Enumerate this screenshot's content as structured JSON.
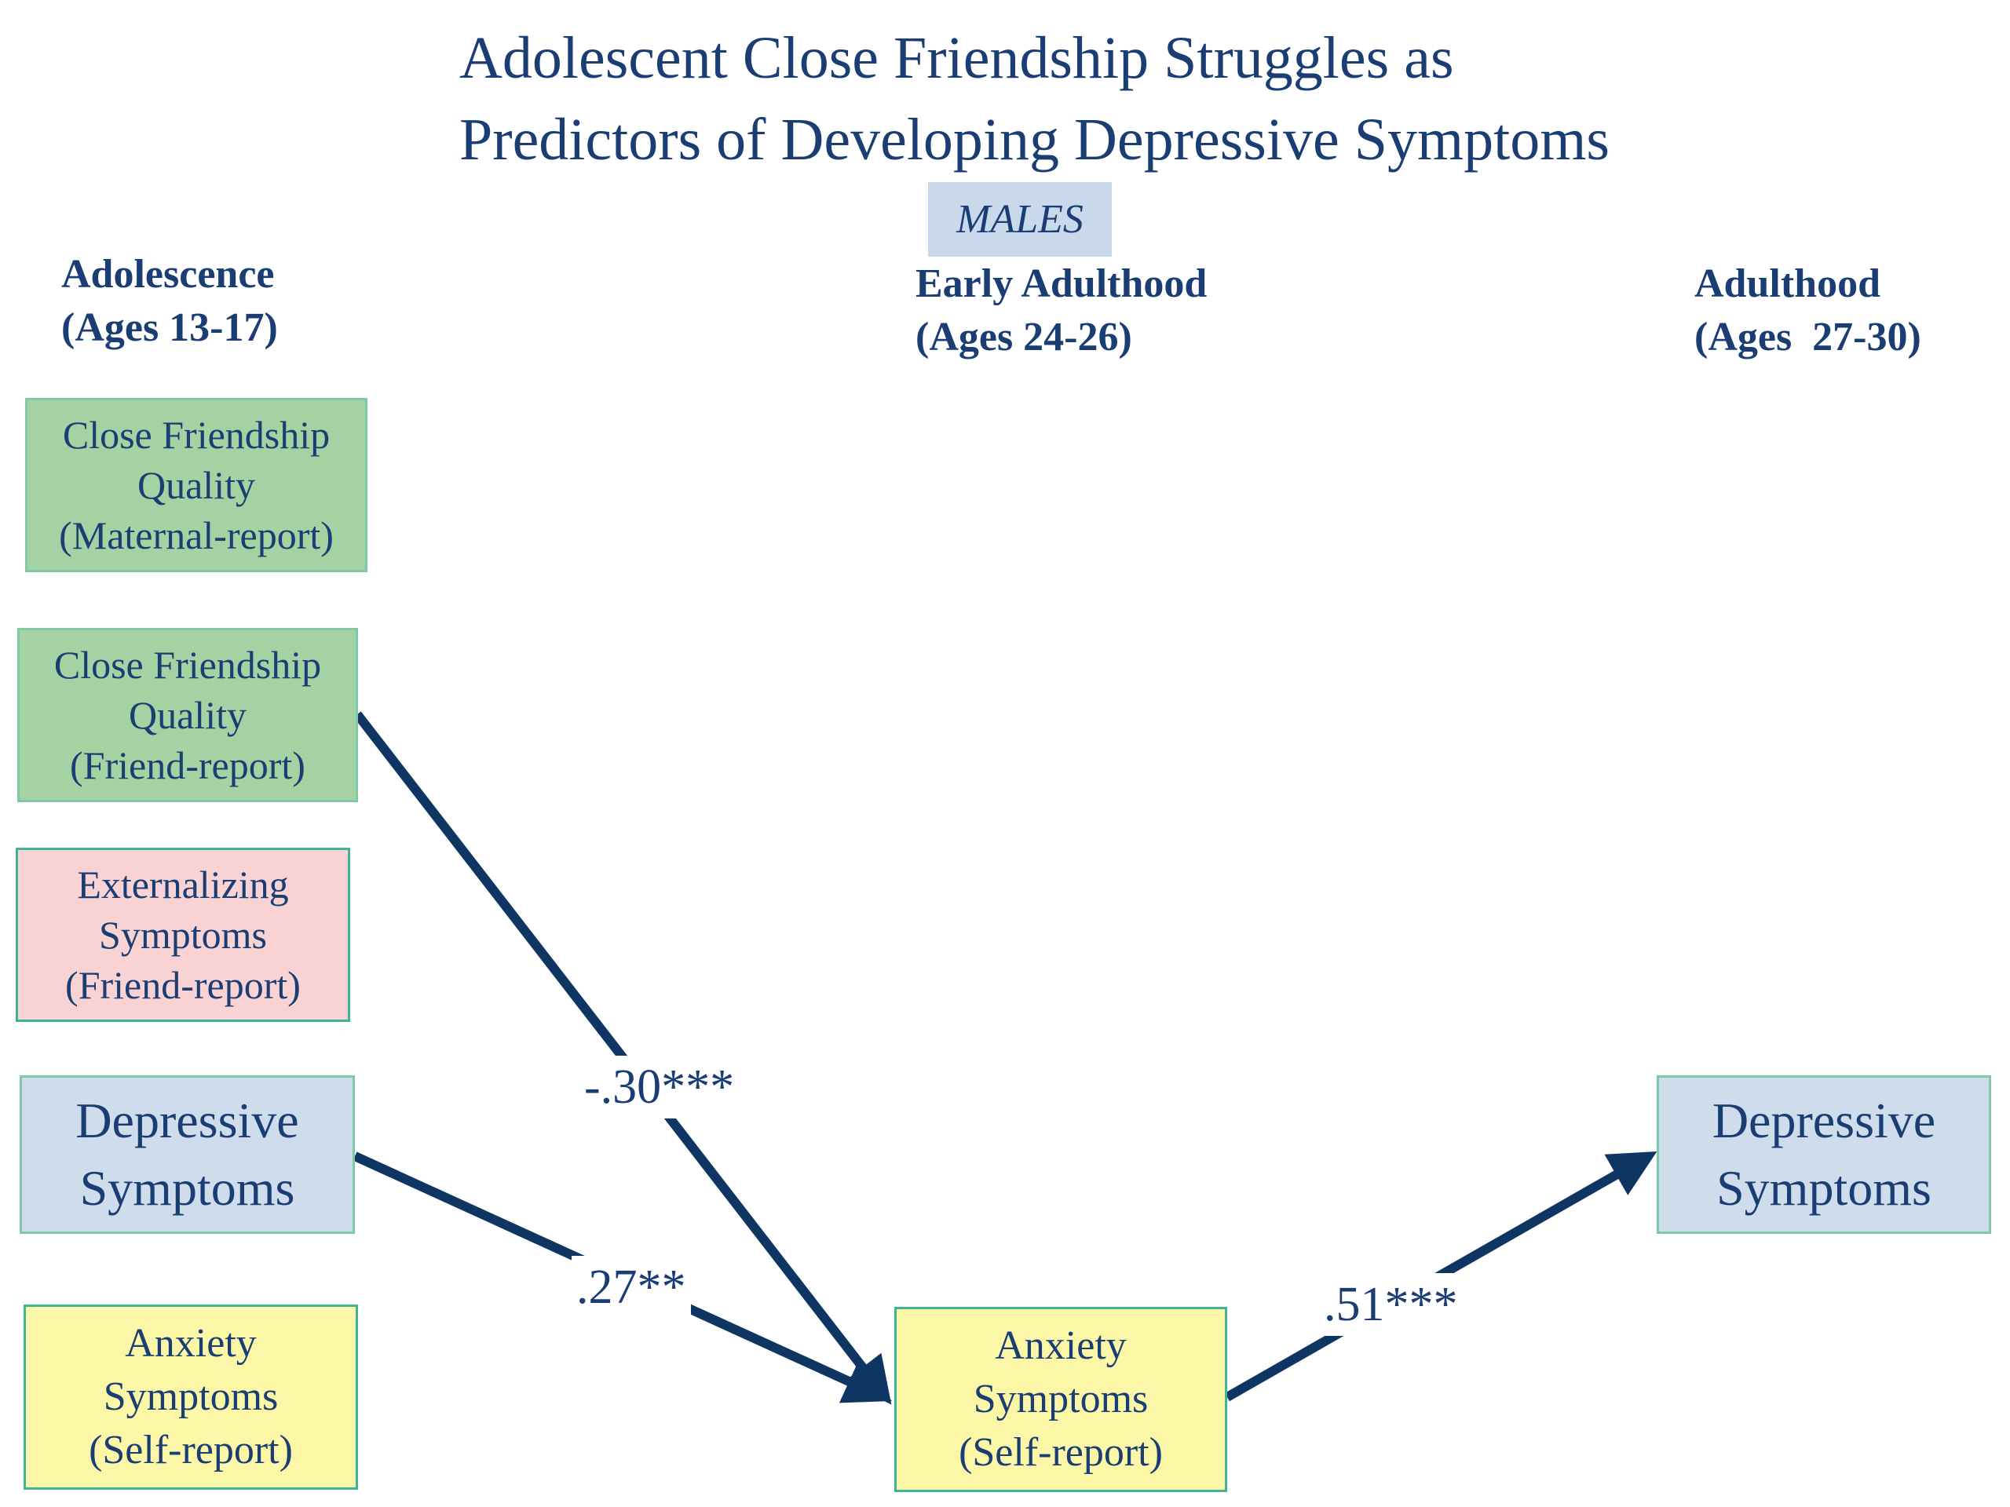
{
  "title": {
    "line1": "Adolescent Close Friendship Struggles as",
    "line2": "Predictors of Developing Depressive Symptoms"
  },
  "badge": "MALES",
  "columns": {
    "adolescence": "Adolescence\n(Ages 13-17)",
    "early_adulthood": "Early Adulthood\n(Ages 24-26)",
    "adulthood": "Adulthood\n(Ages  27-30)"
  },
  "nodes": {
    "cfq_maternal": [
      "Close Friendship",
      "Quality",
      "(Maternal-report)"
    ],
    "cfq_friend": [
      "Close Friendship",
      "Quality",
      "(Friend-report)"
    ],
    "externalizing": [
      "Externalizing",
      "Symptoms",
      "(Friend-report)"
    ],
    "dep_adol": [
      "Depressive",
      "Symptoms"
    ],
    "anx_adol": [
      "Anxiety",
      "Symptoms",
      "(Self-report)"
    ],
    "anx_early": [
      "Anxiety",
      "Symptoms",
      "(Self-report)"
    ],
    "dep_adult": [
      "Depressive",
      "Symptoms"
    ]
  },
  "paths": {
    "friend_to_anx": "-.30***",
    "dep_to_anx": ".27**",
    "anx_to_dep": ".51***"
  },
  "colors": {
    "arrow": "#0f3563",
    "green": "#a5d2a2",
    "pink": "#f9d3d3",
    "blue": "#cfdcec",
    "yellow": "#fbf7a6"
  }
}
